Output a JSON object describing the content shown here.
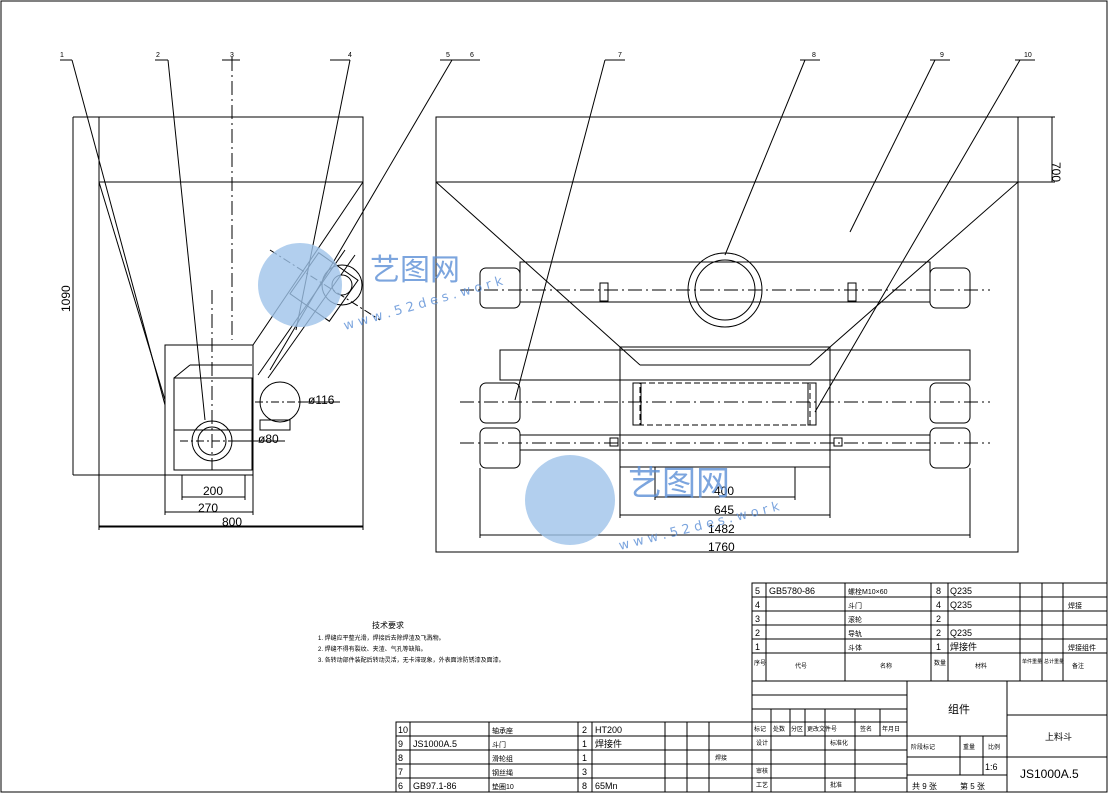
{
  "leaders": [
    "1",
    "2",
    "3",
    "4",
    "5",
    "6",
    "7",
    "8",
    "9",
    "10"
  ],
  "dims": {
    "h1090": "1090",
    "h700": "700",
    "d116": "ø116",
    "d80": "ø80",
    "w200": "200",
    "w270": "270",
    "w800": "800",
    "w400": "400",
    "w645": "645",
    "w1482": "1482",
    "w1760": "1760"
  },
  "watermark": {
    "cn": "艺图网",
    "url": "w w w . 5 2 d e s . w o r k"
  },
  "notes": {
    "title": "技术要求",
    "items": [
      "1. 焊缝应平整光滑，焊接后去除焊渣及飞溅物。",
      "2. 焊缝不得有裂纹、夹渣、气孔等缺陷。",
      "3. 各转动部件装配后转动灵活，无卡滞现象，外表面涂防锈漆及面漆。"
    ]
  },
  "parts_upper": [
    {
      "no": "5",
      "code": "GB5780-86",
      "name": "螺栓M10×60",
      "qty": "8",
      "mat": "Q235",
      "note": ""
    },
    {
      "no": "4",
      "code": "",
      "name": "斗门",
      "qty": "4",
      "mat": "Q235",
      "note": "焊接"
    },
    {
      "no": "3",
      "code": "",
      "name": "滚轮",
      "qty": "2",
      "mat": "",
      "note": ""
    },
    {
      "no": "2",
      "code": "",
      "name": "导轨",
      "qty": "2",
      "mat": "Q235",
      "note": ""
    },
    {
      "no": "1",
      "code": "",
      "name": "斗体",
      "qty": "1",
      "mat": "焊接件",
      "note": "焊接组件"
    }
  ],
  "parts_lower": [
    {
      "no": "10",
      "code": "",
      "name": "轴承座",
      "qty": "2",
      "mat": "HT200"
    },
    {
      "no": "9",
      "code": "JS1000A.5",
      "name": "斗门",
      "qty": "1",
      "mat": "焊接件"
    },
    {
      "no": "8",
      "code": "",
      "name": "滑轮组",
      "qty": "1",
      "mat": ""
    },
    {
      "no": "7",
      "code": "",
      "name": "钢丝绳",
      "qty": "3",
      "mat": ""
    },
    {
      "no": "6",
      "code": "GB97.1-86",
      "name": "垫圈10",
      "qty": "8",
      "mat": "65Mn"
    }
  ],
  "header_upper": {
    "no": "序号",
    "code": "代号",
    "name": "名称",
    "qty": "数量",
    "mat": "材料",
    "unit_weight": "单件重量",
    "total_weight": "总计重量",
    "note": "备注"
  },
  "title_block": {
    "assembly": "组件",
    "part_name": "上料斗",
    "drawing_no": "JS1000A.5",
    "scale": "1:6",
    "sheets": "共 9 张",
    "sheet": "第 5 张",
    "stage": "阶段标记",
    "weight": "重量",
    "scale_label": "比例",
    "sign_rows": [
      "标记",
      "处数",
      "分区",
      "更改文件号",
      "签名",
      "年月日"
    ],
    "roles": [
      "设计",
      "标准化",
      "审核",
      "工艺",
      "批准"
    ],
    "lower_note": "焊接"
  }
}
